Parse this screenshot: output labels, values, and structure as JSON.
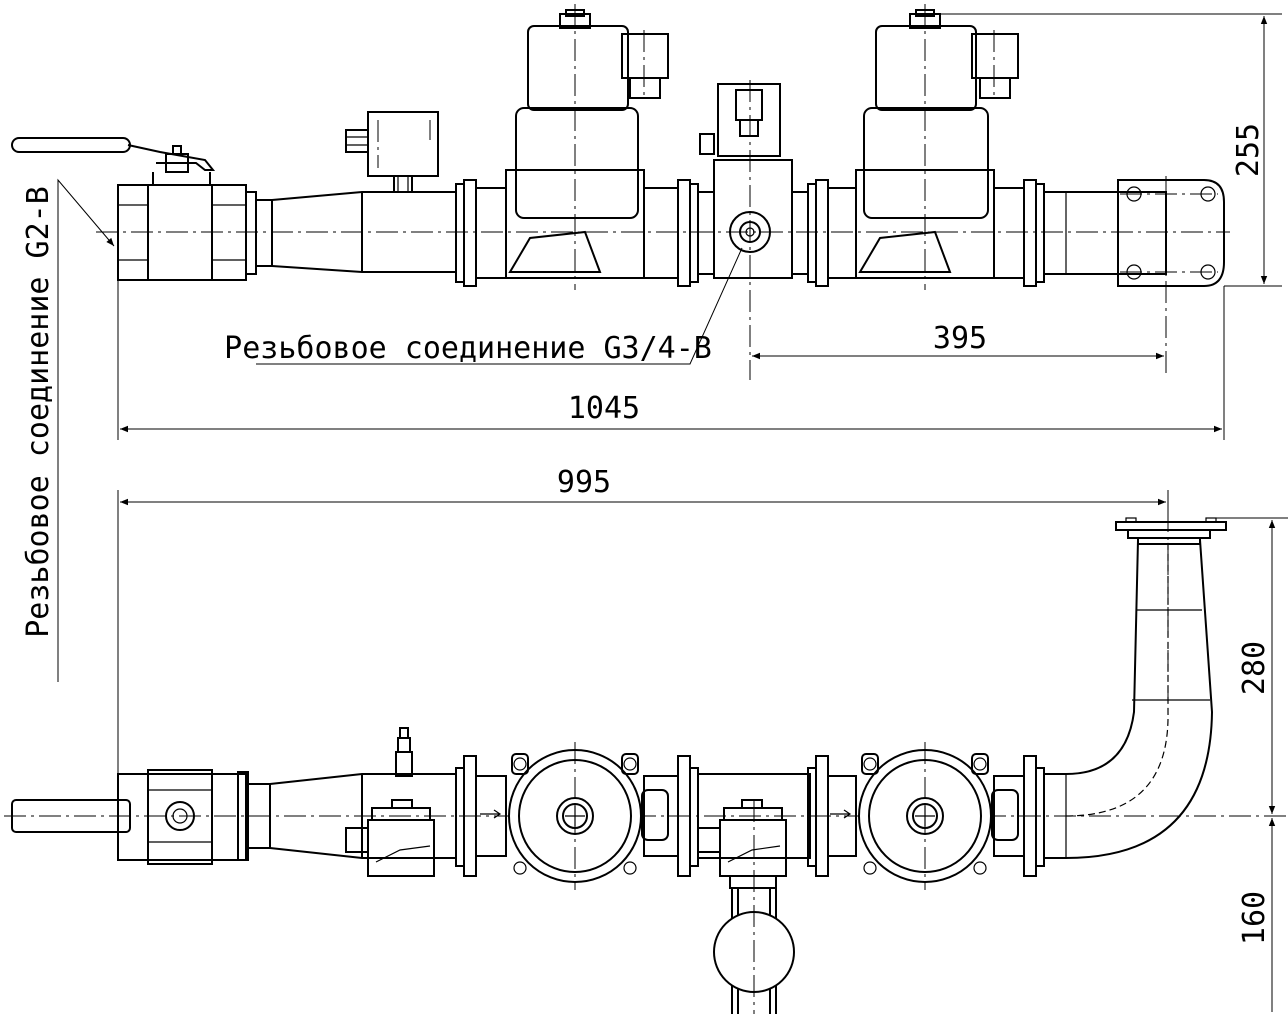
{
  "dimensions": {
    "overall_length": "1045",
    "pipe_length": "995",
    "flange_offset": "395",
    "top_height": "255",
    "riser_height": "280",
    "drop_height": "160"
  },
  "annotations": {
    "inlet_thread": "Резьбовое соединение G2-B",
    "gauge_thread": "Резьбовое соединение G3/4-B"
  }
}
